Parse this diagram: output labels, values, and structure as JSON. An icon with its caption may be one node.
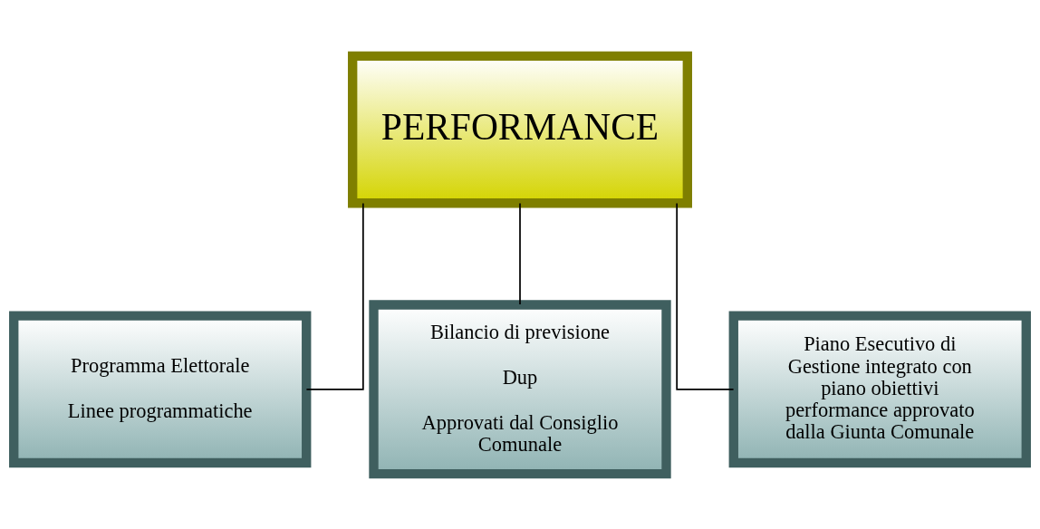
{
  "diagram": {
    "nodes": [
      {
        "text": [
          "PERFORMANCE"
        ]
      },
      {
        "text": [
          "Programma Elettorale",
          "Linee programmatiche"
        ]
      },
      {
        "text": [
          "Bilancio di previsione",
          "Dup",
          "Approvati dal Consiglio Comunale"
        ]
      },
      {
        "text": [
          "Piano Esecutivo di Gestione integrato con piano obiettivi performance approvato dalla Giunta Comunale"
        ]
      }
    ],
    "edges": [
      {
        "from": 0,
        "to": 1,
        "arrow": "none"
      },
      {
        "from": 0,
        "to": 2,
        "arrow": "none"
      },
      {
        "from": 0,
        "to": 3,
        "arrow": "none"
      }
    ]
  }
}
